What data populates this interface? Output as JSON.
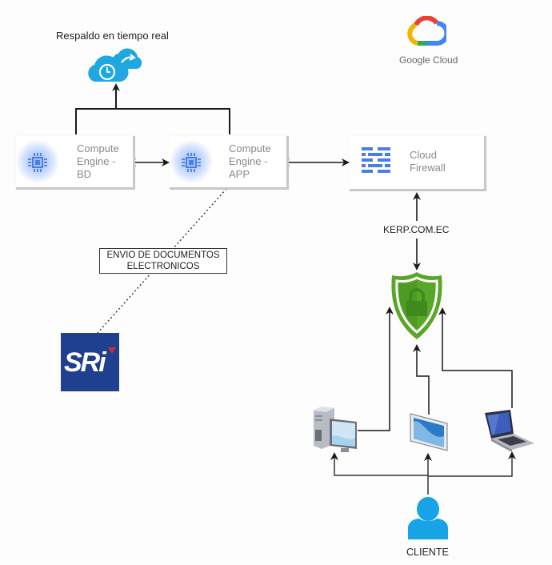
{
  "backup": {
    "title": "Respaldo en tiempo real",
    "icon": "cloud-backup-icon"
  },
  "provider": {
    "name": "Google Cloud",
    "icon": "google-cloud-logo"
  },
  "nodes": {
    "compute_bd": {
      "label_lines": [
        "Compute",
        "Engine -",
        "BD"
      ],
      "icon": "compute-engine-icon"
    },
    "compute_app": {
      "label_lines": [
        "Compute",
        "Engine -",
        "APP"
      ],
      "icon": "compute-engine-icon"
    },
    "firewall": {
      "label_lines": [
        "Cloud",
        "Firewall"
      ],
      "icon": "cloud-firewall-icon"
    }
  },
  "edges": {
    "documents_label_lines": [
      "ENVIO DE DOCUMENTOS",
      "ELECTRONICOS"
    ],
    "domain_label": "KERP.COM.EC"
  },
  "external": {
    "sri_logo_text": "SRi",
    "icon": "sri-logo"
  },
  "security": {
    "icon": "ssl-shield-icon"
  },
  "devices": [
    {
      "name": "desktop",
      "icon": "desktop-computer-icon"
    },
    {
      "name": "tablet",
      "icon": "tablet-icon"
    },
    {
      "name": "laptop",
      "icon": "laptop-icon"
    }
  ],
  "client": {
    "label": "CLIENTE",
    "icon": "user-icon"
  },
  "colors": {
    "line": "#1a1a1a",
    "cloud_blue": "#1ea7e0",
    "compute_blue": "#4a7fe0",
    "shield_green": "#5aa628",
    "shield_dark": "#3f8a1e",
    "sri_blue": "#1f3f8f",
    "sri_red": "#e0253a",
    "user_blue": "#17a3e6"
  }
}
